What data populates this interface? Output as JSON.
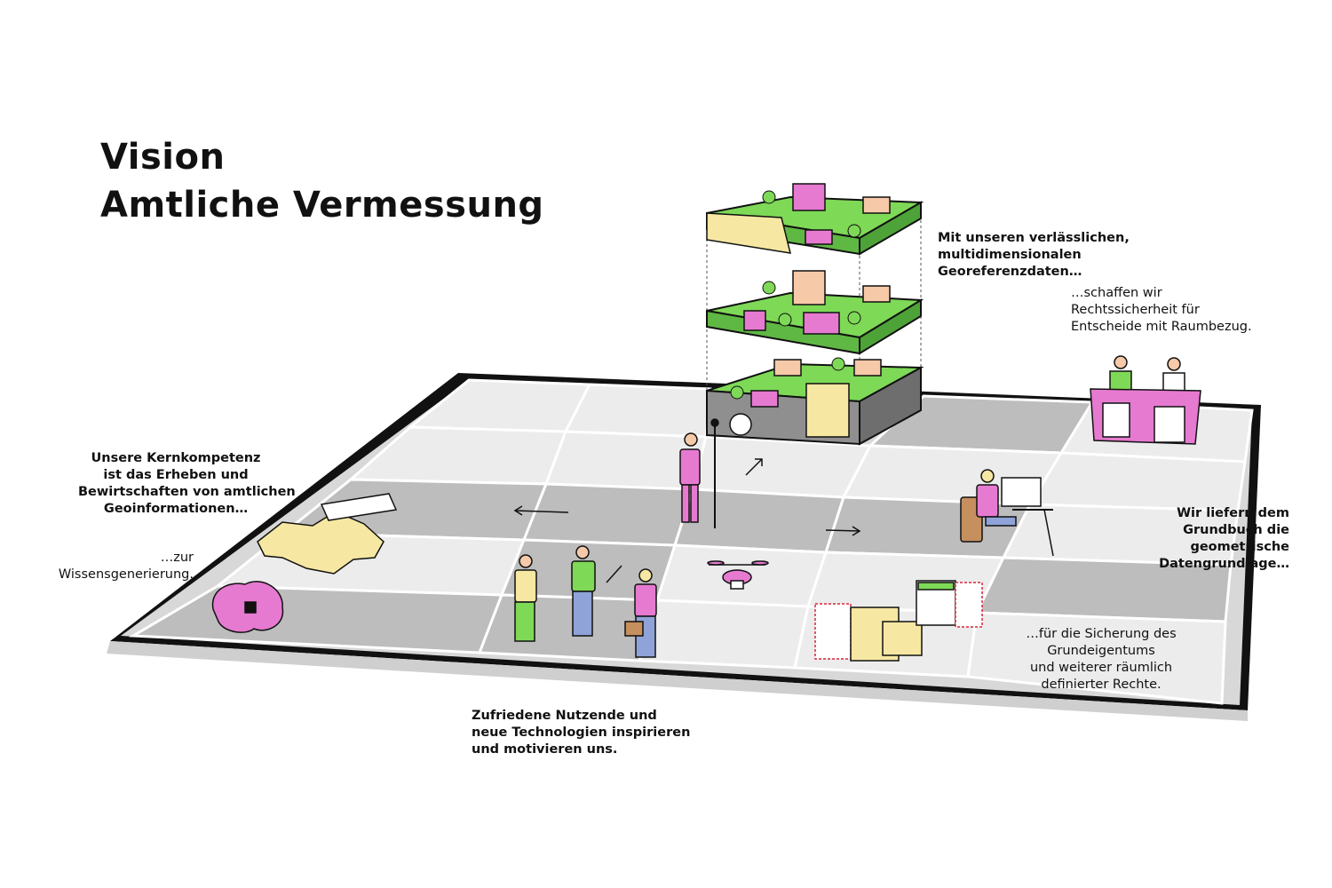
{
  "title": {
    "line1": "Vision",
    "line2": "Amtliche Vermessung"
  },
  "captions": {
    "top_right_1": "Mit unseren verlässlichen,\nmultidimensionalen\nGeoreferenzdaten…",
    "top_right_2": "…schaffen wir\nRechtssicherheit für\nEntscheide mit Raumbezug.",
    "left_1": "Unsere Kernkompetenz\nist das Erheben und\nBewirtschaften von amtlichen\nGeoinformationen…",
    "left_2": "…zur\nWissensgenerierung.",
    "right_1": "Wir liefern dem\nGrundbuch die\ngeometrische\nDatengrundlage…",
    "right_2": "…für die Sicherung des\nGrundeigentums\nund weiterer räumlich\ndefinierter Rechte.",
    "bottom": "Zufriedene Nutzende und\nneue Technologien inspirieren\nund motivieren uns."
  },
  "colors": {
    "accent_pink": "#e67ad0",
    "accent_green": "#7ed957",
    "accent_yellow": "#f6e7a2",
    "tile_light": "#ececec",
    "tile_dark": "#bdbdbd",
    "ink": "#111111"
  },
  "icons": [
    "tablet-illustration",
    "layered-map-tower-illustration",
    "surveyor-figure",
    "drone-icon",
    "brain-chip-icon",
    "switzerland-map-icon",
    "court-judges-illustration",
    "office-worker-illustration",
    "people-group-illustration",
    "buildings-illustration"
  ]
}
